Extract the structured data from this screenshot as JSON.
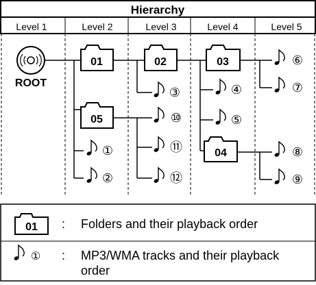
{
  "header": {
    "title": "Hierarchy",
    "levels": [
      "Level 1",
      "Level 2",
      "Level 3",
      "Level 4",
      "Level 5"
    ]
  },
  "root": {
    "label": "ROOT"
  },
  "folders": [
    "01",
    "02",
    "03",
    "04",
    "05"
  ],
  "tracks": [
    "①",
    "②",
    "③",
    "④",
    "⑤",
    "⑥",
    "⑦",
    "⑧",
    "⑨",
    "⑩",
    "⑪",
    "⑫"
  ],
  "legend": {
    "folder_sample": "01",
    "folder_desc": "Folders and their playback order",
    "track_sample": "①",
    "track_desc": "MP3/WMA tracks and their playback order",
    "separator": ":"
  }
}
